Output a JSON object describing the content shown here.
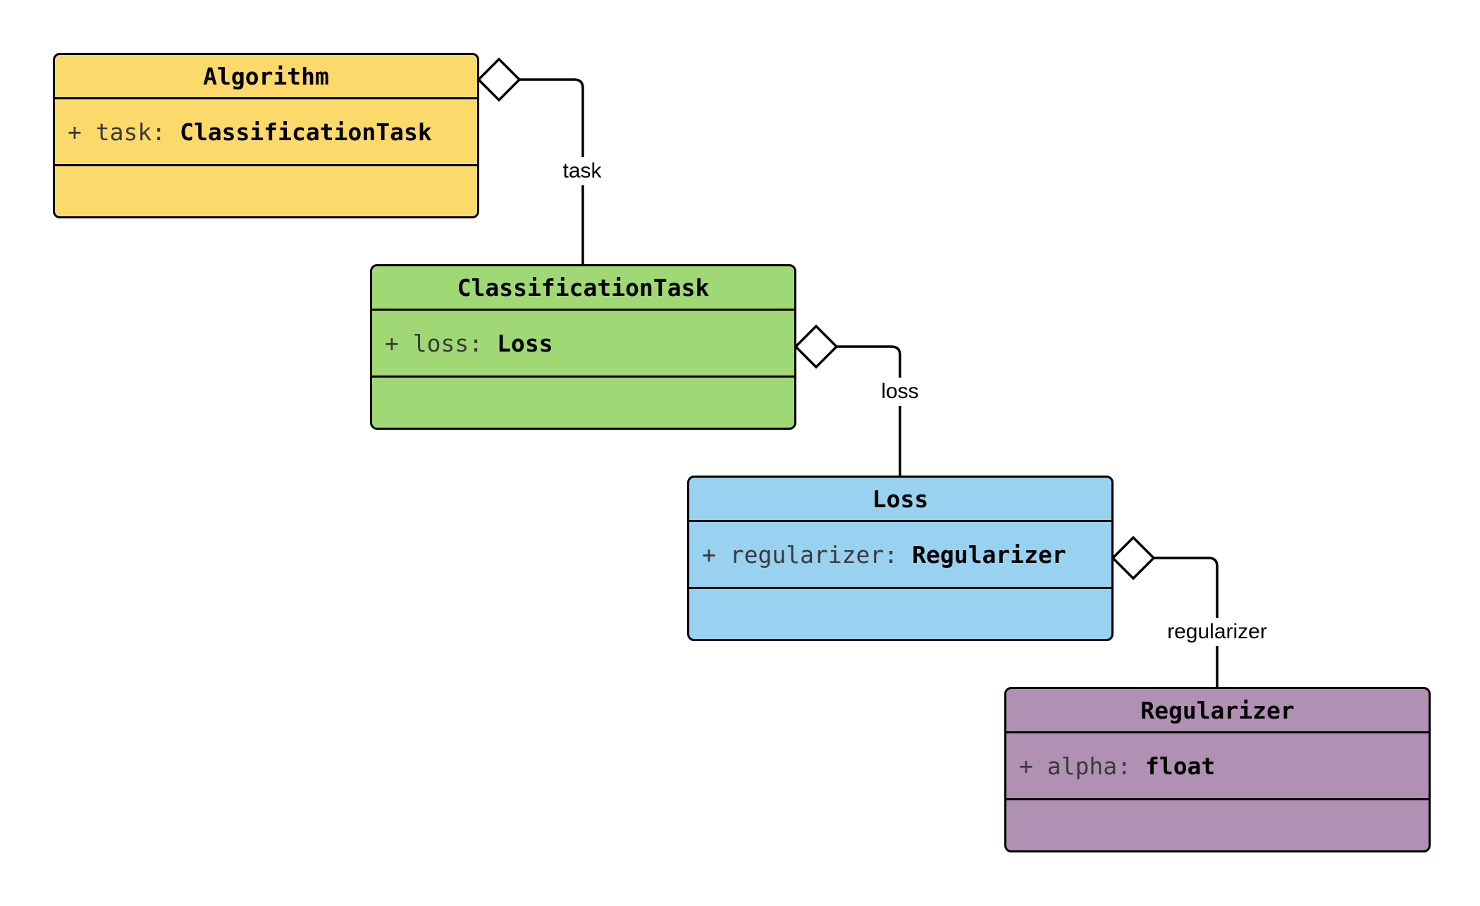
{
  "diagram": {
    "kind": "uml-class-diagram",
    "background": "#ffffff"
  },
  "classes": [
    {
      "name": "Algorithm",
      "attribute": {
        "label": "+ task:",
        "type": "ClassificationTask"
      },
      "methods": [],
      "fill": "#FCD96B"
    },
    {
      "name": "ClassificationTask",
      "attribute": {
        "label": "+ loss:",
        "type": "Loss"
      },
      "methods": [],
      "fill": "#A0D875"
    },
    {
      "name": "Loss",
      "attribute": {
        "label": "+ regularizer:",
        "type": "Regularizer"
      },
      "methods": [],
      "fill": "#99D1F1"
    },
    {
      "name": "Regularizer",
      "attribute": {
        "label": "+ alpha:",
        "type": "float"
      },
      "methods": [],
      "fill": "#B191B3"
    }
  ],
  "edges": [
    {
      "from": "Algorithm",
      "to": "ClassificationTask",
      "label": "task",
      "relation": "aggregation"
    },
    {
      "from": "ClassificationTask",
      "to": "Loss",
      "label": "loss",
      "relation": "aggregation"
    },
    {
      "from": "Loss",
      "to": "Regularizer",
      "label": "regularizer",
      "relation": "aggregation"
    }
  ],
  "colors": {
    "border": "#000000",
    "line": "#000000",
    "diamond_fill": "#ffffff",
    "attribute_name_text": "#3a3a3a",
    "attribute_type_text": "#000000",
    "title_text": "#000000",
    "edge_label_text": "#000000"
  }
}
